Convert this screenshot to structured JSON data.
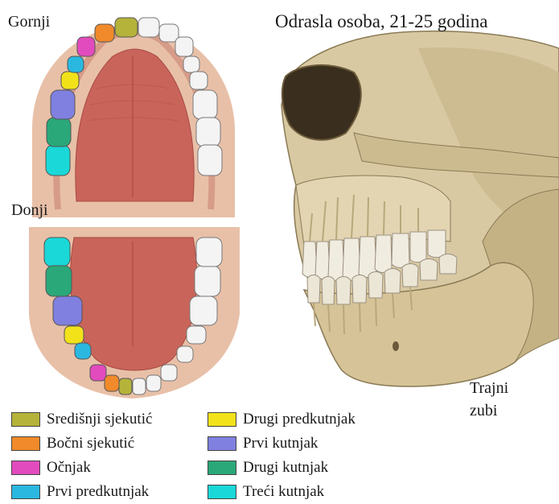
{
  "title": "Odrasla osoba, 21-25 godina",
  "upper_jaw_label": "Gornji",
  "lower_jaw_label": "Donji",
  "caption_line1": "Trajni",
  "caption_line2": "zubi",
  "legend": [
    {
      "label": "Središnji sjekutić",
      "color": "#b5b33a"
    },
    {
      "label": "Bočni sjekutić",
      "color": "#f08a2a"
    },
    {
      "label": "Očnjak",
      "color": "#e24bbd"
    },
    {
      "label": "Prvi predkutnjak",
      "color": "#2ab8e0"
    },
    {
      "label": "Drugi predkutnjak",
      "color": "#f2e21a"
    },
    {
      "label": "Prvi kutnjak",
      "color": "#8080e0"
    },
    {
      "label": "Drugi kutnjak",
      "color": "#2aa87a"
    },
    {
      "label": "Treći kutnjak",
      "color": "#1ad8d8"
    }
  ]
}
